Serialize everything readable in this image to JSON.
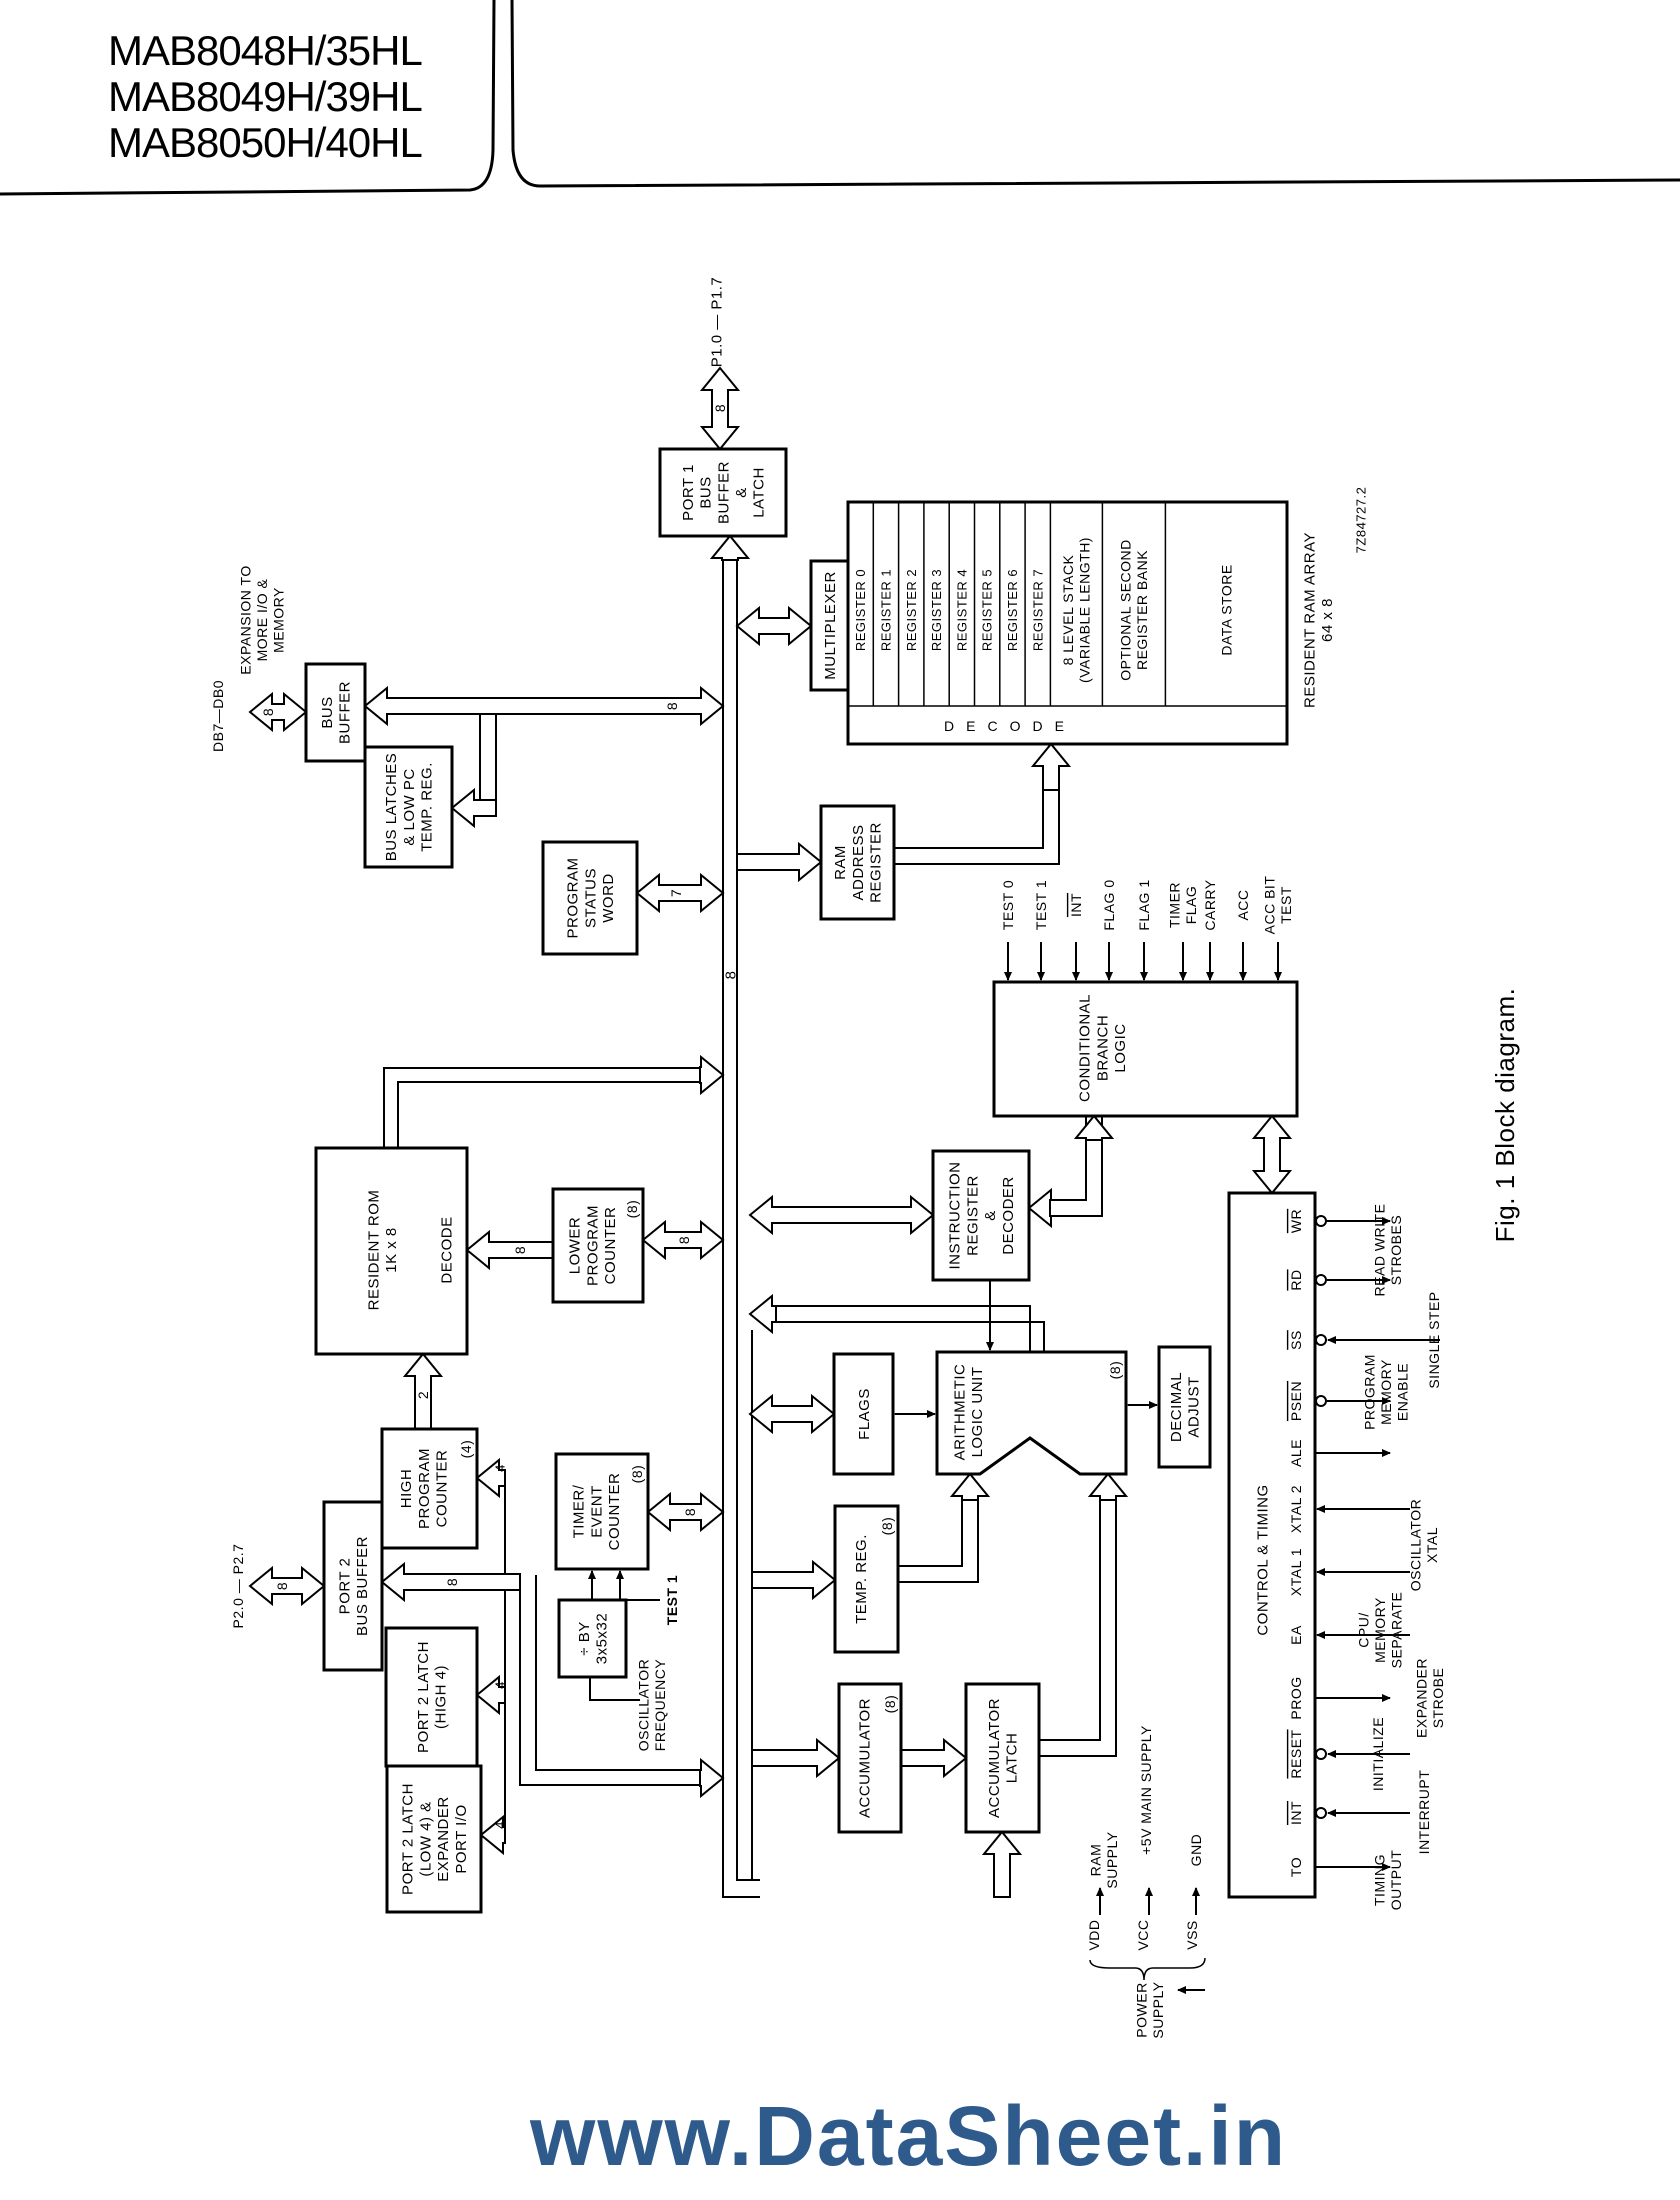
{
  "header": {
    "titles": [
      "MAB8048H/35HL",
      "MAB8049H/39HL",
      "MAB8050H/40HL"
    ]
  },
  "diagram": {
    "blocks": {
      "port1": {
        "lines": [
          "PORT 1",
          "BUS",
          "BUFFER",
          "&",
          "LATCH"
        ]
      },
      "bus_buffer": {
        "lines": [
          "BUS",
          "BUFFER"
        ]
      },
      "bus_latches": {
        "lines": [
          "BUS LATCHES",
          "& LOW PC",
          "TEMP. REG."
        ]
      },
      "psw": {
        "lines": [
          "PROGRAM",
          "STATUS",
          "WORD"
        ]
      },
      "multiplexer": {
        "lines": [
          "MULTIPLEXER"
        ]
      },
      "ram_address": {
        "lines": [
          "RAM",
          "ADDRESS",
          "REGISTER"
        ]
      },
      "cond_branch": {
        "lines": [
          "CONDITIONAL",
          "BRANCH",
          "LOGIC"
        ]
      },
      "resident_rom": {
        "lines": [
          "RESIDENT ROM",
          "1K x 8"
        ],
        "decode": "DECODE"
      },
      "lower_pc": {
        "lines": [
          "LOWER",
          "PROGRAM",
          "COUNTER"
        ],
        "tag": "(8)"
      },
      "instr_reg": {
        "lines": [
          "INSTRUCTION",
          "REGISTER",
          "&",
          "DECODER"
        ]
      },
      "control": {
        "lines": [
          "CONTROL & TIMING"
        ]
      },
      "flags": {
        "lines": [
          "FLAGS"
        ]
      },
      "alu": {
        "lines": [
          "ARITHMETIC",
          "LOGIC UNIT"
        ],
        "tag": "(8)"
      },
      "decimal": {
        "lines": [
          "DECIMAL",
          "ADJUST"
        ]
      },
      "temp_reg": {
        "lines": [
          "TEMP. REG."
        ],
        "tag": "(8)"
      },
      "accumulator": {
        "lines": [
          "ACCUMULATOR"
        ],
        "tag": "(8)"
      },
      "acc_latch": {
        "lines": [
          "ACCUMULATOR",
          "LATCH"
        ]
      },
      "high_pc": {
        "lines": [
          "HIGH",
          "PROGRAM",
          "COUNTER"
        ],
        "tag": "(4)"
      },
      "port2_buffer": {
        "lines": [
          "PORT 2",
          "BUS BUFFER"
        ]
      },
      "port2_high": {
        "lines": [
          "PORT 2 LATCH",
          "(HIGH 4)"
        ]
      },
      "port2_low": {
        "lines": [
          "PORT 2 LATCH",
          "(LOW 4) &",
          "EXPANDER",
          "PORT I/O"
        ]
      },
      "timer": {
        "lines": [
          "TIMER/",
          "EVENT",
          "COUNTER"
        ],
        "tag": "(8)"
      },
      "divider": {
        "lines": [
          "÷ BY",
          "3x5x32"
        ]
      }
    },
    "ram_array": {
      "columns": [
        [
          "REGISTER 0"
        ],
        [
          "REGISTER 1"
        ],
        [
          "REGISTER 2"
        ],
        [
          "REGISTER 3"
        ],
        [
          "REGISTER 4"
        ],
        [
          "REGISTER 5"
        ],
        [
          "REGISTER 6"
        ],
        [
          "REGISTER 7"
        ],
        [
          "8 LEVEL STACK",
          "(VARIABLE LENGTH)"
        ],
        [
          "OPTIONAL SECOND",
          "REGISTER BANK"
        ],
        [
          "DATA STORE"
        ]
      ],
      "decode": "DECODE",
      "label": [
        "RESIDENT RAM ARRAY",
        "64 x 8"
      ]
    },
    "bus_widths": {
      "p1": "8",
      "db": "8",
      "bus_buffer": "8",
      "psw": "7",
      "main_bus": "8",
      "lower_pc_rom": "8",
      "lower_pc_bus": "8",
      "high_pc_rom": "2",
      "timer": "8",
      "p2": "8",
      "port2_bus": "8",
      "high_pc_4": "4",
      "port2_high_4": "4",
      "port2_low_4": "4"
    },
    "external_labels": {
      "p1": "P1.0 — P1.7",
      "db": "DB7—DB0",
      "expansion": [
        "EXPANSION TO",
        "MORE I/O &",
        "MEMORY"
      ],
      "p2": "P2.0 — P2.7",
      "oscillator_frequency": [
        "OSCILLATOR",
        "FREQUENCY"
      ],
      "test1": "TEST 1"
    },
    "branch_inputs": [
      {
        "lines": [
          "TEST 0"
        ]
      },
      {
        "lines": [
          "TEST 1"
        ]
      },
      {
        "lines": [
          "INT"
        ],
        "overline": true
      },
      {
        "lines": [
          "FLAG 0"
        ]
      },
      {
        "lines": [
          "FLAG 1"
        ]
      },
      {
        "lines": [
          "TIMER",
          "FLAG"
        ]
      },
      {
        "lines": [
          "CARRY"
        ]
      },
      {
        "lines": [
          "ACC"
        ]
      },
      {
        "lines": [
          "ACC BIT",
          "TEST"
        ]
      }
    ],
    "control_pins": [
      {
        "name": "WR",
        "overline": true
      },
      {
        "name": "RD",
        "overline": true
      },
      {
        "name": "SS",
        "overline": true
      },
      {
        "name": "PSEN",
        "overline": true
      },
      {
        "name": "ALE"
      },
      {
        "name": "XTAL 2"
      },
      {
        "name": "XTAL 1"
      },
      {
        "name": "EA"
      },
      {
        "name": "PROG"
      },
      {
        "name": "RESET",
        "overline": true
      },
      {
        "name": "INT",
        "overline": true
      },
      {
        "name": "TO"
      }
    ],
    "control_signals": {
      "read_write": [
        "READ WRITE",
        "STROBES"
      ],
      "program_memory_enable": [
        "PROGRAM",
        "MEMORY",
        "ENABLE"
      ],
      "single_step": [
        "SINGLE STEP"
      ],
      "oscillator_xtal": [
        "OSCILLATOR",
        "XTAL"
      ],
      "cpu_memory_separate": [
        "CPU/",
        "MEMORY",
        "SEPARATE"
      ],
      "expander_strobe": [
        "EXPANDER",
        "STROBE"
      ],
      "initialize": [
        "INITIALIZE"
      ],
      "interrupt": [
        "INTERRUPT"
      ],
      "timing_output": [
        "TIMING",
        "OUTPUT"
      ]
    },
    "power": {
      "vdd": "VDD",
      "vdd_desc": [
        "RAM",
        "SUPPLY"
      ],
      "vcc": "VCC",
      "vcc_desc": [
        "+5V MAIN SUPPLY"
      ],
      "vss": "VSS",
      "vss_desc": [
        "GND"
      ],
      "group": [
        "POWER",
        "SUPPLY"
      ]
    },
    "drawing_code": "7Z84727.2",
    "caption": "Fig. 1  Block diagram."
  },
  "watermark": "www.DataSheet.in",
  "colors": {
    "ink": "#000000",
    "watermark": "#2e5b8c"
  }
}
